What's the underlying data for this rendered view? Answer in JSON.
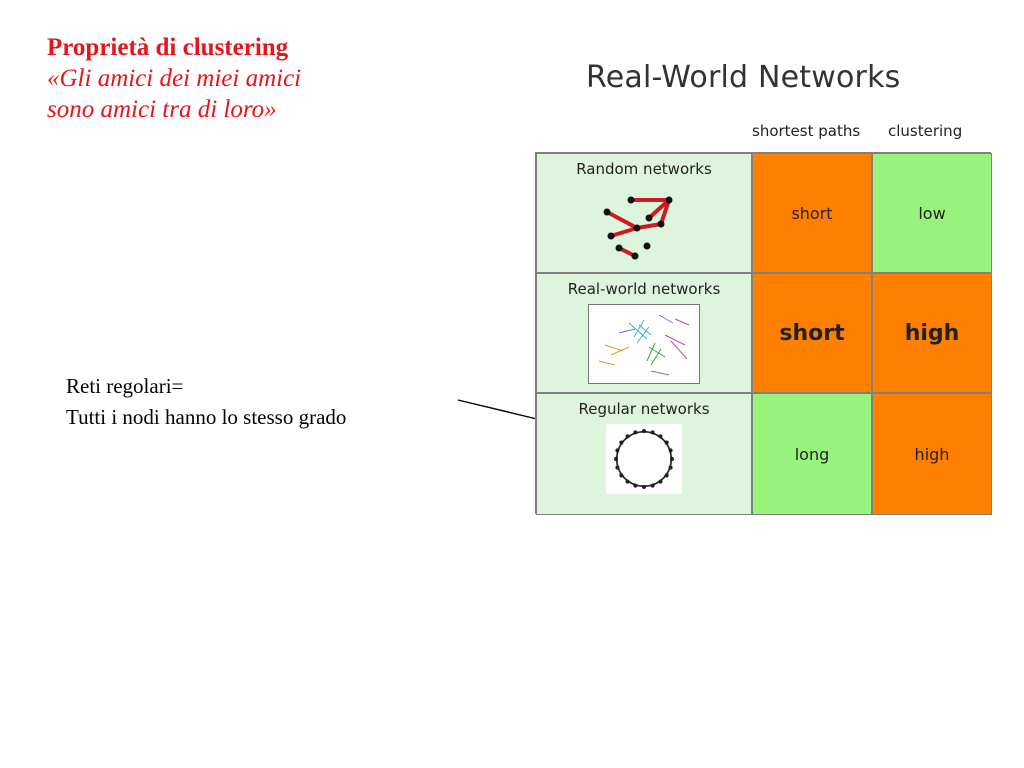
{
  "heading": {
    "line1": "Proprietà di clustering",
    "line2": "«Gli amici dei miei amici",
    "line3": "sono amici tra di loro»"
  },
  "note": {
    "line1": "Reti regolari=",
    "line2": "Tutti i nodi hanno lo stesso grado"
  },
  "figure": {
    "title": "Real-World Networks",
    "columns": [
      "shortest paths",
      "clustering"
    ],
    "rows": [
      {
        "label": "Random networks",
        "shortest_paths": "short",
        "clustering": "low"
      },
      {
        "label": "Real-world networks",
        "shortest_paths": "short",
        "clustering": "high"
      },
      {
        "label": "Regular networks",
        "shortest_paths": "long",
        "clustering": "high"
      }
    ]
  },
  "colors": {
    "heading": "#e8141b",
    "orange_cell": "#ff8000",
    "green_cell": "#98f37c",
    "label_cell": "#dcf5dc"
  }
}
